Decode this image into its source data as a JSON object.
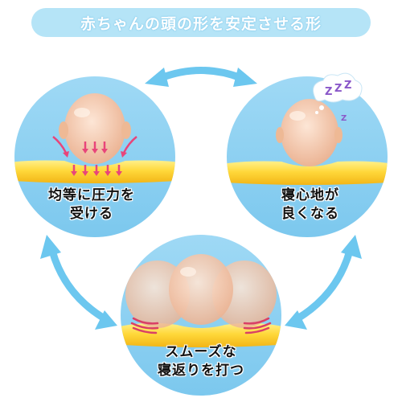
{
  "title": "赤ちゃんの頭の形を安定させる形",
  "panels": [
    {
      "lines": [
        "均等に圧力を",
        "受ける"
      ]
    },
    {
      "lines": [
        "寝心地が",
        "良くなる"
      ]
    },
    {
      "lines": [
        "スムーズな",
        "寝返りを打つ"
      ]
    }
  ],
  "sleep_symbol": "Z",
  "colors": {
    "title_bg": "#b5e4f7",
    "circle": "#8fd2f2",
    "arrow": "#6cc7ef",
    "pillow": "#ffd83a",
    "skin": "#f6d2b8",
    "pressure": "#e8457a"
  }
}
